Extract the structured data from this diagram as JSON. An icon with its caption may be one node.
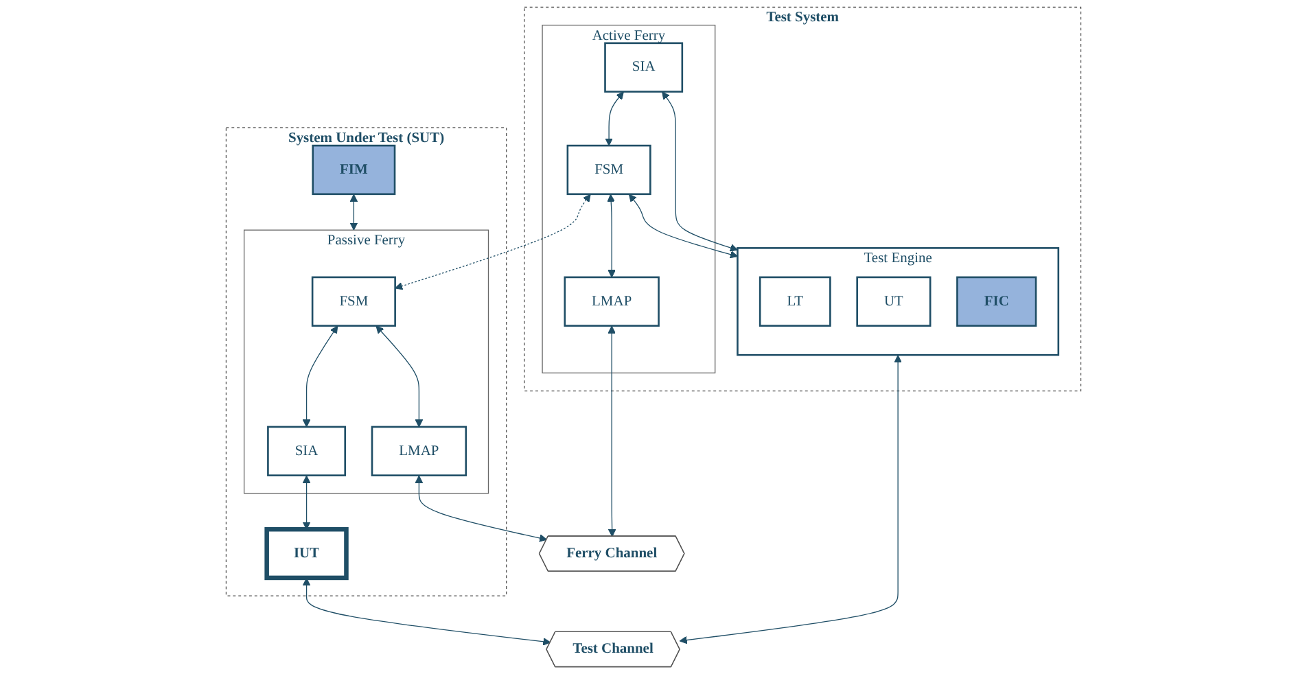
{
  "diagram": {
    "nodes": [
      {
        "text": [
          "Test System"
        ]
      },
      {
        "text": [
          "Active Ferry"
        ],
        "in": 0
      },
      {
        "text": [
          "SIA"
        ],
        "in": 1
      },
      {
        "text": [
          "FSM"
        ],
        "in": 1
      },
      {
        "text": [
          "LMAP"
        ],
        "in": 1
      },
      {
        "text": [
          "Test Engine"
        ],
        "in": 0
      },
      {
        "text": [
          "LT"
        ],
        "in": 5
      },
      {
        "text": [
          "UT"
        ],
        "in": 5
      },
      {
        "text": [
          "FIC"
        ],
        "in": 5
      },
      {
        "text": [
          "System Under Test (SUT)"
        ]
      },
      {
        "text": [
          "Passive Ferry"
        ],
        "in": 9
      },
      {
        "text": [
          "FSM"
        ],
        "in": 10
      },
      {
        "text": [
          "SIA"
        ],
        "in": 10
      },
      {
        "text": [
          "LMAP"
        ],
        "in": 10
      },
      {
        "text": [
          "IUT"
        ],
        "in": 9
      },
      {
        "text": [
          "FIM"
        ],
        "in": 9
      },
      {
        "text": [
          "Ferry Channel"
        ]
      },
      {
        "text": [
          "Test Channel"
        ]
      }
    ],
    "edges": [
      {
        "from": 2,
        "to": 3,
        "arrow": "both"
      },
      {
        "from": 3,
        "to": 5,
        "arrow": "both"
      },
      {
        "from": 2,
        "to": 5,
        "arrow": "both"
      },
      {
        "from": 3,
        "to": 4,
        "arrow": "both"
      },
      {
        "from": 3,
        "to": 11,
        "arrow": "both",
        "style": "dashed"
      },
      {
        "from": 11,
        "to": 12,
        "arrow": "both"
      },
      {
        "from": 11,
        "to": 13,
        "arrow": "both"
      },
      {
        "from": 12,
        "to": 14,
        "arrow": "both"
      },
      {
        "from": 15,
        "to": 10,
        "arrow": "both"
      },
      {
        "from": 4,
        "to": 16,
        "arrow": "both"
      },
      {
        "from": 13,
        "to": 16,
        "arrow": "both"
      },
      {
        "from": 5,
        "to": 17,
        "arrow": "both"
      },
      {
        "from": 14,
        "to": 17,
        "arrow": "both"
      }
    ]
  }
}
